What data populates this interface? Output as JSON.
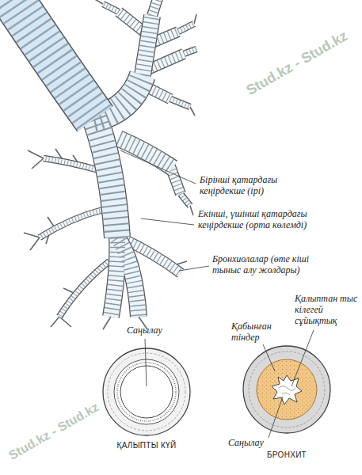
{
  "diagram": {
    "labels": [
      "Бірінші қатардағы кеңірдекше (ірі)",
      "Екінші, үшінші қатардағы кеңірдекше (орта көлемді)",
      "Бронхиолалар (өте кіші тыныс алу жолдары)",
      "Саңылау",
      "Қабынған тіндер",
      "Қалыптан тыс кілегей сұйықтық",
      "Саңылау",
      "ҚАЛЫПТЫ КҮЙ",
      "БРОНХИТ",
      "Stud.kz - Stud.kz",
      "Stud.kz - Stud.kz"
    ]
  }
}
